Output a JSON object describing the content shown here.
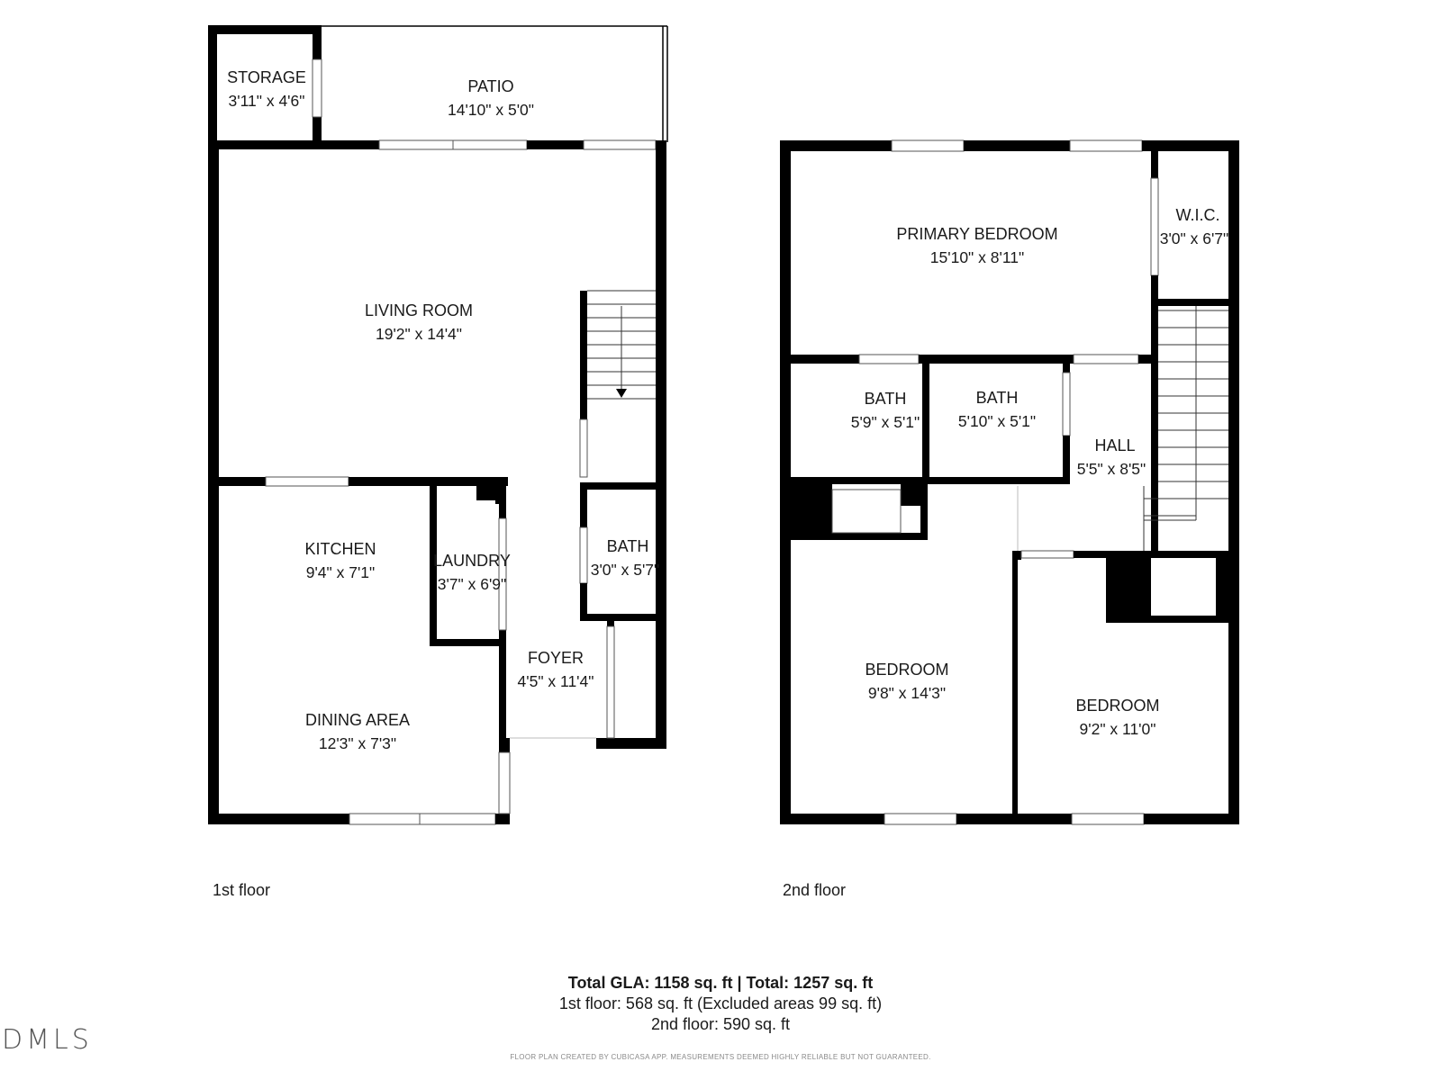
{
  "floors": [
    {
      "caption": "1st floor",
      "rooms": [
        {
          "name": "STORAGE",
          "dims": "3'11\" x 4'6\""
        },
        {
          "name": "PATIO",
          "dims": "14'10\" x 5'0\""
        },
        {
          "name": "LIVING ROOM",
          "dims": "19'2\" x 14'4\""
        },
        {
          "name": "KITCHEN",
          "dims": "9'4\" x 7'1\""
        },
        {
          "name": "LAUNDRY",
          "dims": "3'7\" x 6'9\""
        },
        {
          "name": "BATH",
          "dims": "3'0\" x 5'7\""
        },
        {
          "name": "FOYER",
          "dims": "4'5\" x 11'4\""
        },
        {
          "name": "DINING AREA",
          "dims": "12'3\" x 7'3\""
        }
      ]
    },
    {
      "caption": "2nd floor",
      "rooms": [
        {
          "name": "PRIMARY BEDROOM",
          "dims": "15'10\" x 8'11\""
        },
        {
          "name": "W.I.C.",
          "dims": "3'0\" x 6'7\""
        },
        {
          "name": "BATH",
          "dims": "5'9\" x 5'1\""
        },
        {
          "name": "BATH",
          "dims": "5'10\" x 5'1\""
        },
        {
          "name": "HALL",
          "dims": "5'5\" x 8'5\""
        },
        {
          "name": "BEDROOM",
          "dims": "9'8\" x 14'3\""
        },
        {
          "name": "BEDROOM",
          "dims": "9'2\" x 11'0\""
        }
      ]
    }
  ],
  "totals": {
    "gla_line": "Total GLA: 1158 sq. ft | Total: 1257 sq. ft",
    "first_floor_line": "1st floor: 568 sq. ft (Excluded areas 99 sq. ft)",
    "second_floor_line": "2nd floor: 590 sq. ft"
  },
  "disclaimer": "FLOOR PLAN CREATED BY CUBICASA APP. MEASUREMENTS DEEMED HIGHLY RELIABLE BUT NOT GUARANTEED.",
  "logo": "DMLS",
  "colors": {
    "wall": "#000000",
    "background": "#ffffff",
    "text": "#1a1a1a"
  }
}
